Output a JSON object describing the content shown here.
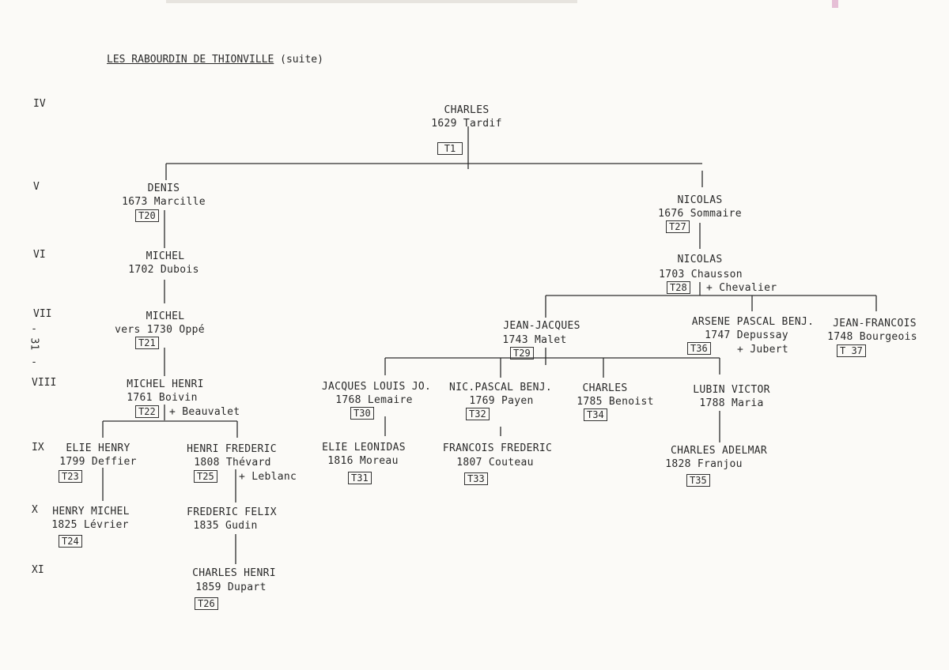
{
  "title": {
    "main": "LES RABOURDIN DE THIONVILLE",
    "suffix": "(suite)"
  },
  "side_note": [
    "-",
    "31",
    "-"
  ],
  "generations": [
    "IV",
    "V",
    "VI",
    "VII",
    "VIII",
    "IX",
    "X",
    "XI"
  ],
  "persons": {
    "charles_1629": {
      "name": "CHARLES",
      "line": "1629 Tardif",
      "ref": "T1"
    },
    "denis": {
      "name": "DENIS",
      "line": "1673 Marcille",
      "ref": "T20"
    },
    "nicolas_1676": {
      "name": "NICOLAS",
      "line": "1676 Sommaire",
      "ref": "T27"
    },
    "michel_1702": {
      "name": "MICHEL",
      "line": "1702 Dubois"
    },
    "nicolas_1703": {
      "name": "NICOLAS",
      "line": "1703 Chausson",
      "ref": "T28",
      "spouse2": "+ Chevalier"
    },
    "michel_1730": {
      "name": "MICHEL",
      "line": "vers 1730 Oppé",
      "ref": "T21"
    },
    "jean_jacques": {
      "name": "JEAN-JACQUES",
      "line": "1743 Malet",
      "ref": "T29"
    },
    "arsene": {
      "name": "ARSENE PASCAL BENJ.",
      "line": "1747 Depussay",
      "ref": "T36",
      "spouse2": "+ Jubert"
    },
    "jean_francois": {
      "name": "JEAN-FRANCOIS",
      "line": "1748 Bourgeois",
      "ref": "T 37"
    },
    "michel_henri": {
      "name": "MICHEL HENRI",
      "line": "1761 Boivin",
      "ref": "T22",
      "spouse2": "+ Beauvalet"
    },
    "jacques_louis": {
      "name": "JACQUES LOUIS JO.",
      "line": "1768 Lemaire",
      "ref": "T30"
    },
    "nic_pascal": {
      "name": "NIC.PASCAL BENJ.",
      "line": "1769 Payen",
      "ref": "T32"
    },
    "charles_1785": {
      "name": "CHARLES",
      "line": "1785 Benoist",
      "ref": "T34"
    },
    "lubin_victor": {
      "name": "LUBIN VICTOR",
      "line": "1788 Maria"
    },
    "elie_henry": {
      "name": "ELIE HENRY",
      "line": "1799 Deffier",
      "ref": "T23"
    },
    "henri_frederic": {
      "name": "HENRI FREDERIC",
      "line": "1808 Thévard",
      "ref": "T25",
      "spouse2": "+ Leblanc"
    },
    "elie_leonidas": {
      "name": "ELIE LEONIDAS",
      "line": "1816 Moreau",
      "ref": "T31"
    },
    "francois_frederic": {
      "name": "FRANCOIS FREDERIC",
      "line": "1807 Couteau",
      "ref": "T33"
    },
    "charles_adelmar": {
      "name": "CHARLES ADELMAR",
      "line": "1828 Franjou",
      "ref": "T35"
    },
    "henry_michel": {
      "name": "HENRY MICHEL",
      "line": "1825 Lévrier",
      "ref": "T24"
    },
    "frederic_felix": {
      "name": "FREDERIC FELIX",
      "line": "1835 Gudin"
    },
    "charles_henri": {
      "name": "CHARLES HENRI",
      "line": "1859 Dupart",
      "ref": "T26"
    }
  }
}
